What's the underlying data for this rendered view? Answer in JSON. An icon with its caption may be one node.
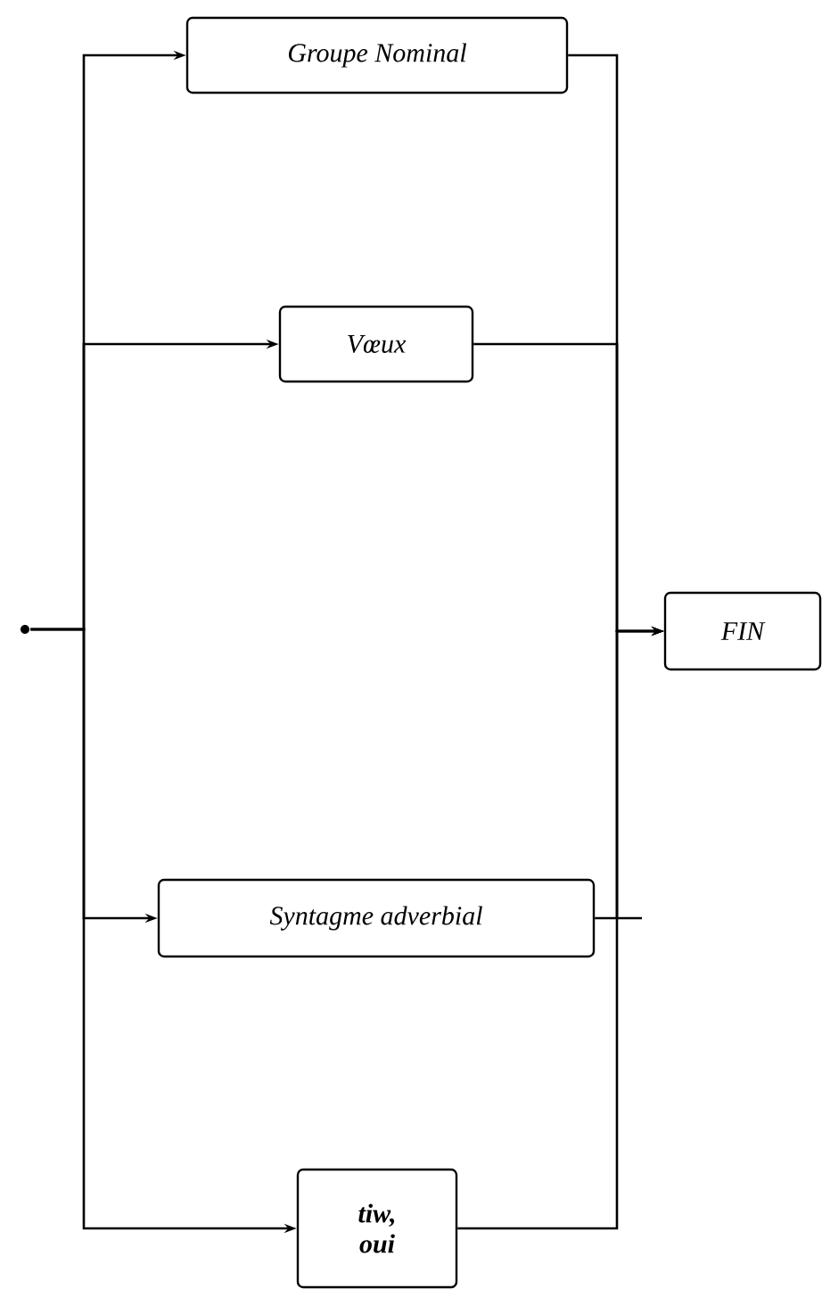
{
  "diagram": {
    "nodes": [
      {
        "text": [],
        "shape": "circle"
      },
      {
        "text": [
          "Groupe Nominal"
        ]
      },
      {
        "text": [
          "Vœux"
        ]
      },
      {
        "text": [
          "Syntagme adverbial"
        ]
      },
      {
        "text": [
          "tiw, oui"
        ]
      },
      {
        "text": [
          "FIN"
        ]
      }
    ],
    "edges": [
      {
        "from": 0,
        "to": 1,
        "arrow": "to"
      },
      {
        "from": 0,
        "to": 2,
        "arrow": "to"
      },
      {
        "from": 0,
        "to": 3,
        "arrow": "to"
      },
      {
        "from": 0,
        "to": 4,
        "arrow": "to"
      },
      {
        "from": 1,
        "to": 5,
        "arrow": "to"
      },
      {
        "from": 2,
        "to": 5,
        "arrow": "to"
      },
      {
        "from": 3,
        "to": 5,
        "arrow": "to"
      },
      {
        "from": 4,
        "to": 5,
        "arrow": "to"
      }
    ]
  }
}
